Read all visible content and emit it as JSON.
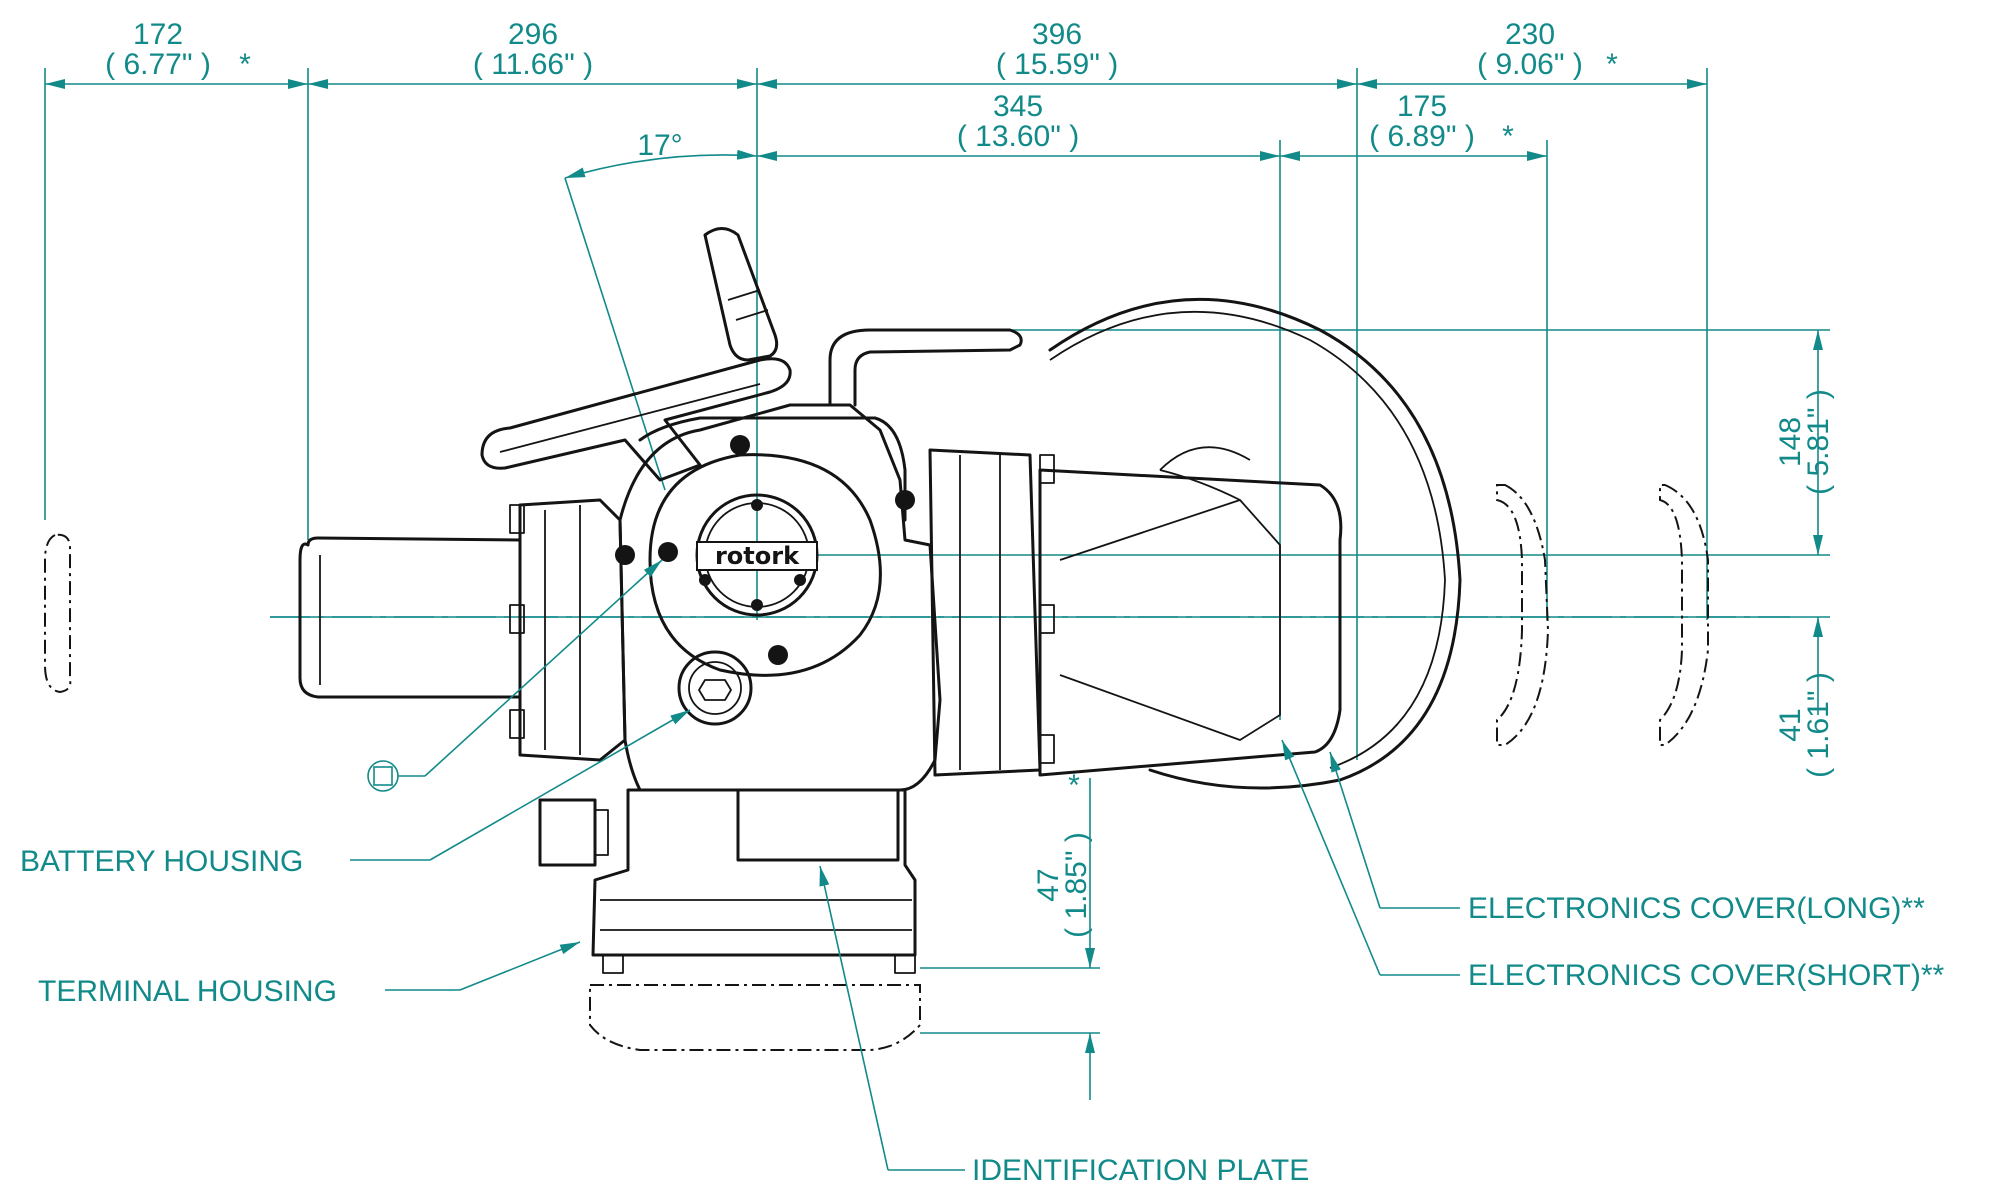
{
  "dimensions": {
    "d172": {
      "mm": "172",
      "inch": "( 6.77\" )",
      "mark": "*"
    },
    "d296": {
      "mm": "296",
      "inch": "( 11.66\" )"
    },
    "d396": {
      "mm": "396",
      "inch": "( 15.59\" )"
    },
    "d230": {
      "mm": "230",
      "inch": "( 9.06\" )",
      "mark": "*"
    },
    "d345": {
      "mm": "345",
      "inch": "( 13.60\" )"
    },
    "d175": {
      "mm": "175",
      "inch": "( 6.89\" )",
      "mark": "*"
    },
    "angle": {
      "value": "17°"
    },
    "d148": {
      "mm": "148",
      "inch": "( 5.81\" )"
    },
    "d41": {
      "mm": "41",
      "inch": "( 1.61\" )"
    },
    "d47": {
      "mm": "47",
      "inch": "( 1.85\" )",
      "mark": "*"
    }
  },
  "labels": {
    "battery_housing": "BATTERY HOUSING",
    "terminal_housing": "TERMINAL HOUSING",
    "electronics_cover_long": "ELECTRONICS COVER(LONG)**",
    "electronics_cover_short": "ELECTRONICS COVER(SHORT)**",
    "identification_plate": "IDENTIFICATION PLATE"
  },
  "logo_text": "rotork",
  "colors": {
    "dimension": "#138a8a",
    "outline": "#141414"
  },
  "icons": {
    "square_drive": "square-drive-icon"
  }
}
